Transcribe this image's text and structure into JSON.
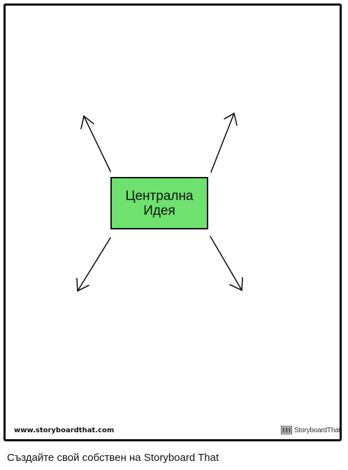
{
  "diagram": {
    "center_node": {
      "line1": "Централна",
      "line2": "Идея",
      "fill": "#6ee16e"
    },
    "arrows": [
      "up-left",
      "up-right",
      "down-left",
      "down-right"
    ]
  },
  "footer": {
    "website": "www.storyboardthat.com",
    "brand": "StoryboardThat"
  },
  "caption": "Създайте свой собствен на Storyboard That"
}
